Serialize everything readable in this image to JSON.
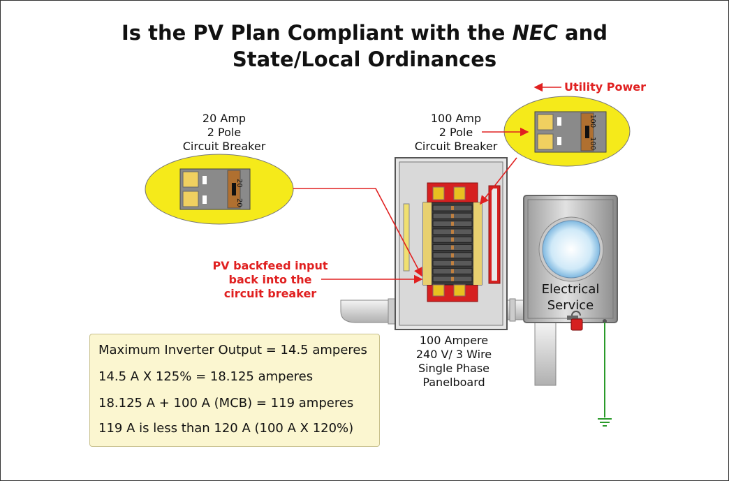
{
  "title": {
    "line1_pre": "Is the PV Plan Compliant with the ",
    "line1_em": "NEC",
    "line1_post": " and",
    "line2": "State/Local Ordinances"
  },
  "utility_label": "Utility Power",
  "breaker_20": {
    "l1": "20 Amp",
    "l2": "2 Pole",
    "l3": "Circuit Breaker",
    "tag": "20"
  },
  "breaker_100": {
    "l1": "100 Amp",
    "l2": "2 Pole",
    "l3": "Circuit Breaker",
    "tag": "100"
  },
  "backfeed": {
    "l1": "PV backfeed input",
    "l2": "back into the",
    "l3": "circuit breaker"
  },
  "panel": {
    "l1": "100 Ampere",
    "l2": "240 V/ 3 Wire",
    "l3": "Single Phase",
    "l4": "Panelboard"
  },
  "service": {
    "l1": "Electrical",
    "l2": "Service"
  },
  "calc": {
    "line1": "Maximum Inverter Output = 14.5 amperes",
    "line2": "14.5 A X 125% = 18.125 amperes",
    "line3": "18.125 A + 100 A (MCB) = 119 amperes",
    "line4": "119 A is less than 120 A (100 A X 120%)"
  },
  "colors": {
    "callout": "#f5ea1a",
    "arrow": "#e02020",
    "panel_red": "#d62020",
    "ground": "#2a9a2a"
  }
}
